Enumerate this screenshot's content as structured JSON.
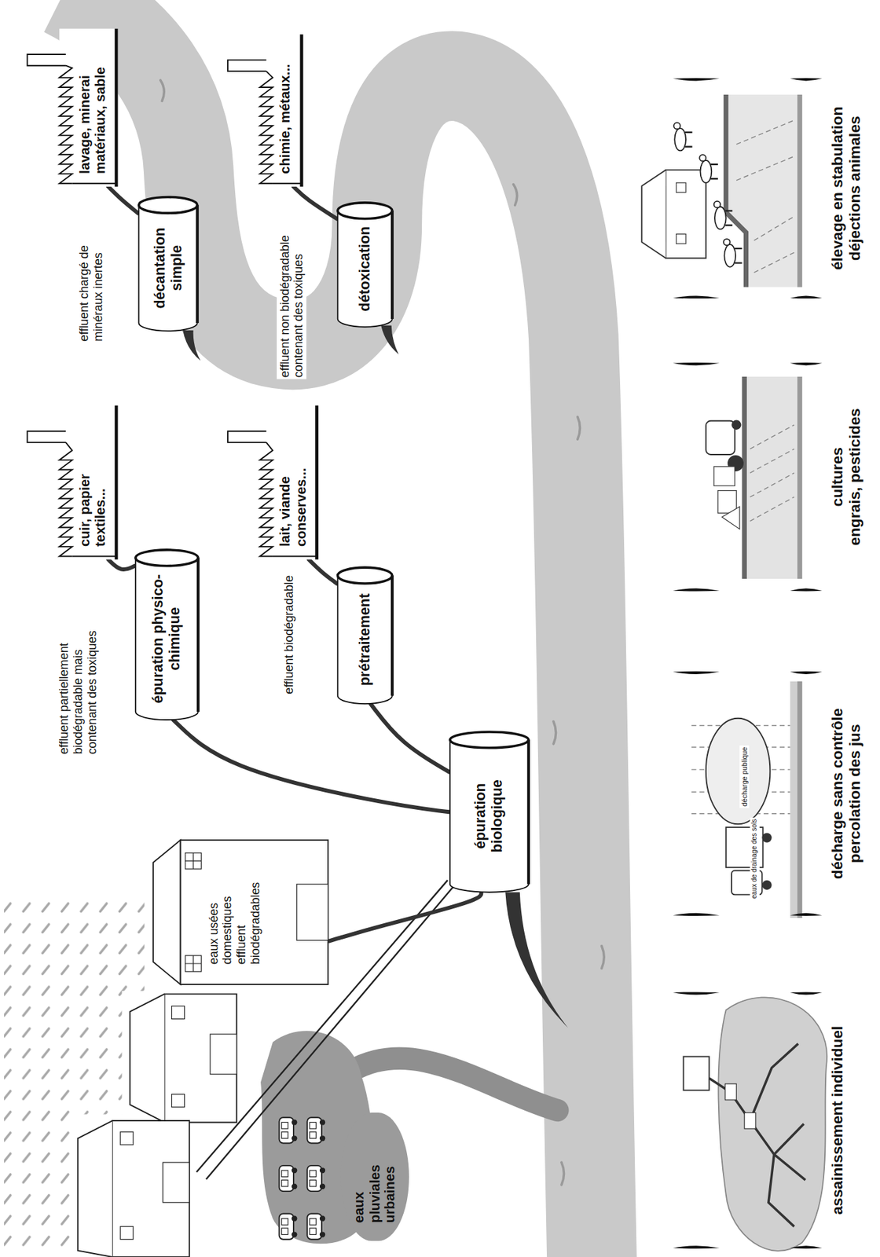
{
  "diagram": {
    "nodes": [
      {
        "text": [
          "lavage, minerai matériaux, sable"
        ]
      },
      {
        "text": [
          "décantation simple"
        ]
      },
      {
        "text": [
          "chimie, métaux..."
        ]
      },
      {
        "text": [
          "détoxication"
        ]
      },
      {
        "text": [
          "cuir, papier textiles..."
        ]
      },
      {
        "text": [
          "épuration physico-chimique"
        ]
      },
      {
        "text": [
          "lait, viande conserves..."
        ]
      },
      {
        "text": [
          "prétraitement"
        ]
      },
      {
        "text": [
          "eaux usées domestiques effluent biodégradables"
        ]
      },
      {
        "text": [
          "épuration biologique"
        ]
      },
      {
        "text": [
          "eaux pluviales urbaines"
        ]
      },
      {
        "text": [
          "assainissement individuel"
        ]
      },
      {
        "text": [
          "décharge sans contrôle",
          "percolation des jus"
        ]
      },
      {
        "text": [
          "cultures",
          "engrais, pesticides"
        ]
      },
      {
        "text": [
          "élevage en stabulation",
          "déjections animales"
        ]
      }
    ],
    "edges": [
      {
        "from": 0,
        "to": 1,
        "arrow": "none"
      },
      {
        "from": 2,
        "to": 3,
        "arrow": "none"
      },
      {
        "from": 4,
        "to": 5,
        "arrow": "none"
      },
      {
        "from": 6,
        "to": 7,
        "arrow": "none"
      },
      {
        "from": 5,
        "to": 9,
        "arrow": "none"
      },
      {
        "from": 7,
        "to": 9,
        "arrow": "none"
      },
      {
        "from": 8,
        "to": 9,
        "arrow": "none"
      }
    ],
    "labels": [
      "effluent chargé de minéraux inertes",
      "effluent non biodégradable contenant des toxiques",
      "effluent partiellement biodégradable mais contenant des toxiques",
      "effluent biodégradable",
      "décharge publique",
      "eaux de drainage des sols"
    ]
  }
}
